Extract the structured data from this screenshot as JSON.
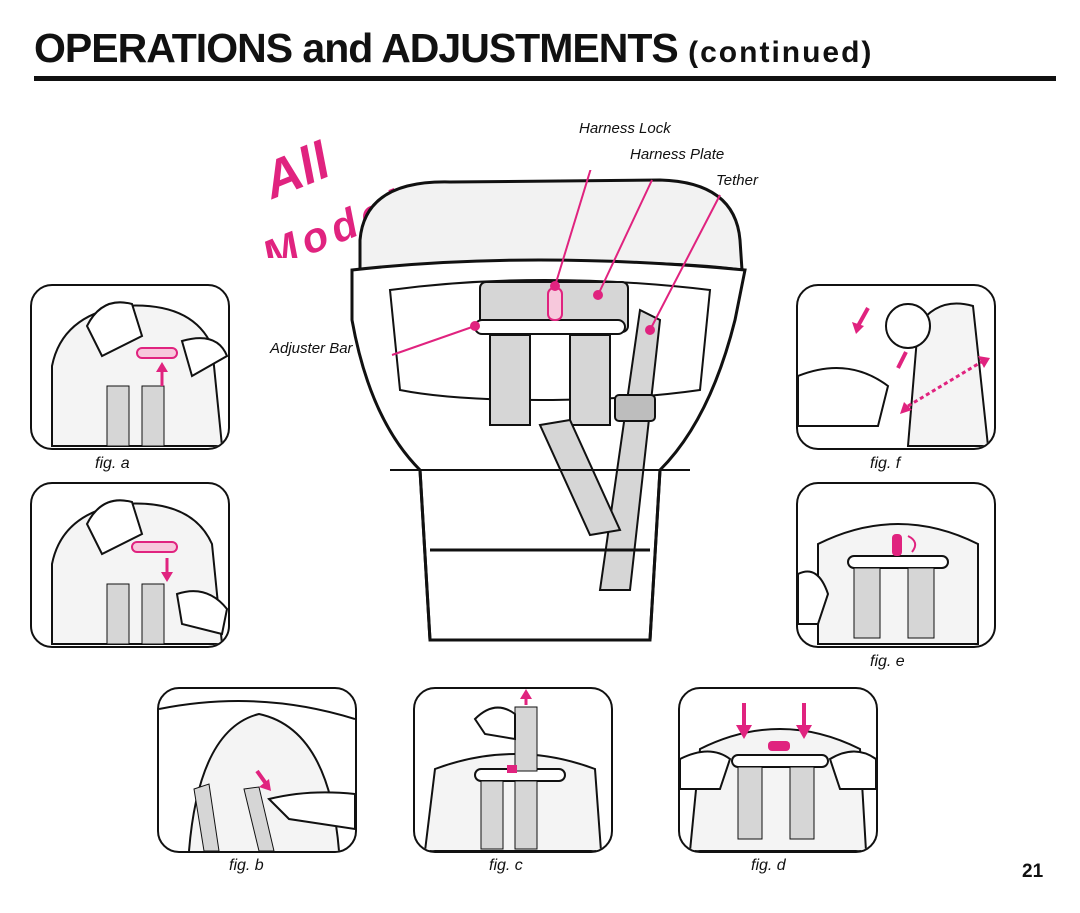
{
  "header": {
    "title_main": "OPERATIONS and ADJUSTMENTS",
    "title_sub": "(continued)"
  },
  "watermark": {
    "line1": "All",
    "line2": "Models",
    "color": "#e0237f"
  },
  "diagram": {
    "labels": {
      "harness_lock": "Harness Lock",
      "harness_plate": "Harness Plate",
      "tether": "Tether",
      "adjuster_bar": "Adjuster Bar"
    },
    "accent_color": "#e0237f",
    "fill_gray": "#d6d6d6"
  },
  "figures": {
    "a": "fig. a",
    "b": "fig. b",
    "c": "fig. c",
    "d": "fig. d",
    "e": "fig. e",
    "f": "fig. f"
  },
  "page_number": "21"
}
